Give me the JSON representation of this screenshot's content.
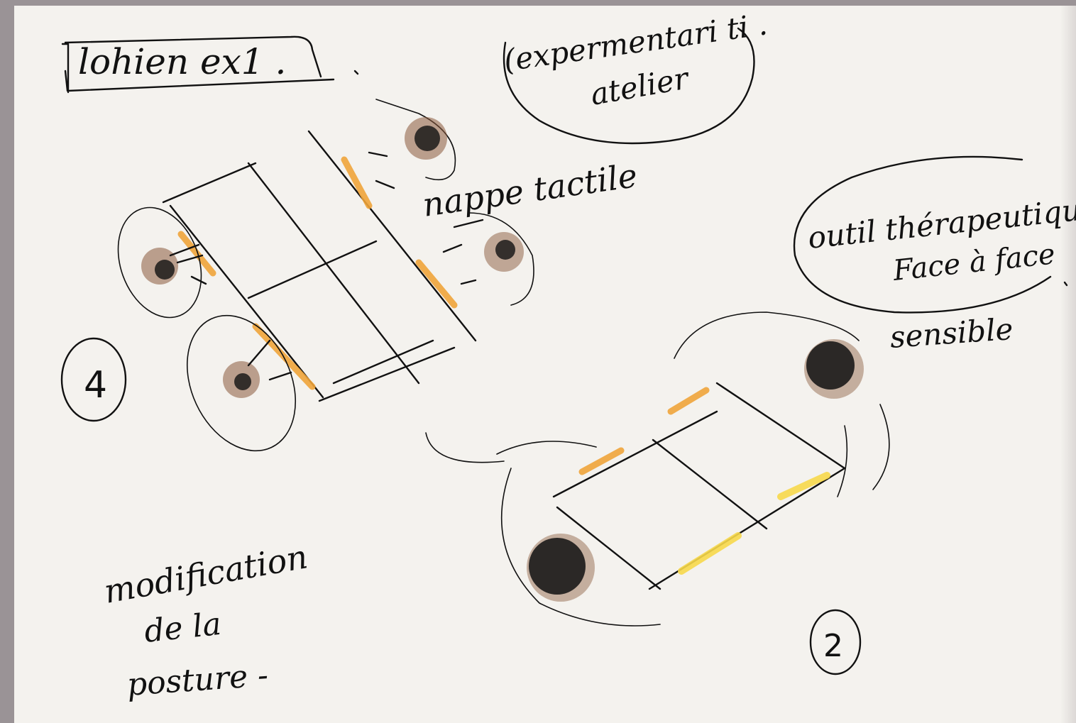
{
  "notes": {
    "title_box": "lohien ex1 .",
    "top_bubble_line1": "(expermentari ti .",
    "top_bubble_line2": "atelier",
    "map_label": "nappe tactile",
    "right_bubble_line1": "outil thérapeutique",
    "right_bubble_line2": "Face à face",
    "right_bubble_line3": "sensible",
    "bottom_left_line1": "modification",
    "bottom_left_line2": "de la",
    "bottom_left_line3": "posture -",
    "number_left": "4",
    "number_right": "2"
  },
  "colors": {
    "paper": "#f4f2ee",
    "ink": "#111111",
    "orange_marker": "#f0a43a",
    "yellow_marker": "#f7d84a",
    "brown_shading": "#8a5a3c",
    "background_frame": "#9a9396"
  }
}
